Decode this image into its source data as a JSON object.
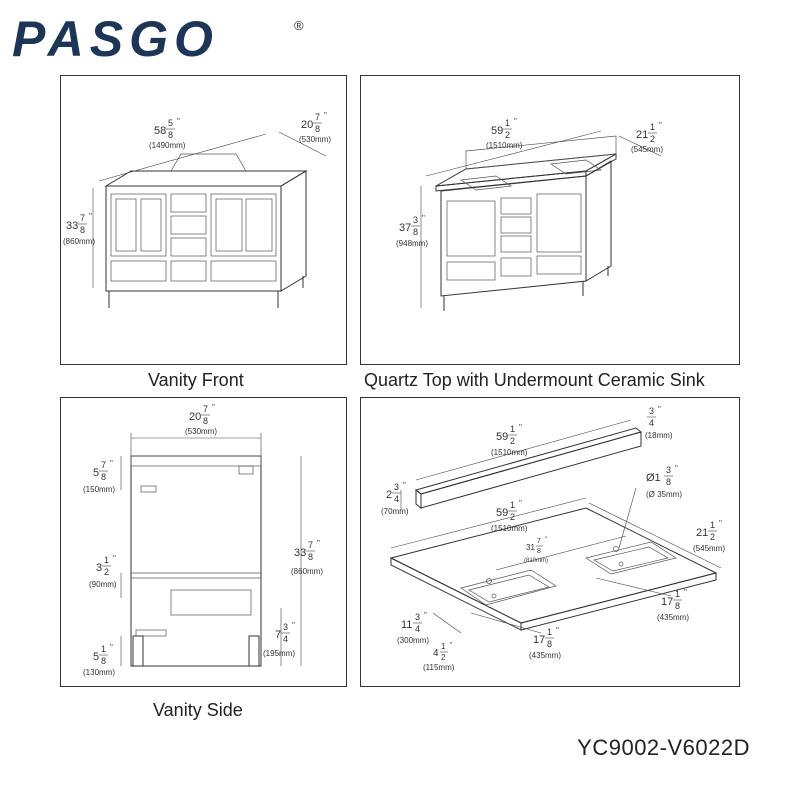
{
  "brand": {
    "name": "PASGO",
    "mark": "®",
    "color": "#1d3557",
    "accent": "#9aa3ab"
  },
  "model_number": "YC9002-V6022D",
  "panels": {
    "front": {
      "caption": "Vanity Front",
      "width": {
        "whole": "58",
        "num": "5",
        "den": "8",
        "inch": "\"",
        "mm": "(1490mm)"
      },
      "depth": {
        "whole": "20",
        "num": "7",
        "den": "8",
        "inch": "\"",
        "mm": "(530mm)"
      },
      "height": {
        "whole": "33",
        "num": "7",
        "den": "8",
        "inch": "\"",
        "mm": "(860mm)"
      }
    },
    "top": {
      "caption": "Quartz Top with Undermount Ceramic Sink",
      "width": {
        "whole": "59",
        "num": "1",
        "den": "2",
        "inch": "\"",
        "mm": "(1510mm)"
      },
      "depth": {
        "whole": "21",
        "num": "1",
        "den": "2",
        "inch": "\"",
        "mm": "(545mm)"
      },
      "height": {
        "whole": "37",
        "num": "3",
        "den": "8",
        "inch": "\"",
        "mm": "(948mm)"
      }
    },
    "side": {
      "caption": "Vanity Side",
      "depth": {
        "whole": "20",
        "num": "7",
        "den": "8",
        "inch": "\"",
        "mm": "(530mm)"
      },
      "top_gap": {
        "whole": "5",
        "num": "7",
        "den": "8",
        "inch": "\"",
        "mm": "(150mm)"
      },
      "mid_gap": {
        "whole": "3",
        "num": "1",
        "den": "2",
        "inch": "\"",
        "mm": "(90mm)"
      },
      "foot": {
        "whole": "5",
        "num": "1",
        "den": "8",
        "inch": "\"",
        "mm": "(130mm)"
      },
      "height": {
        "whole": "33",
        "num": "7",
        "den": "8",
        "inch": "\"",
        "mm": "(860mm)"
      },
      "drawer": {
        "whole": "7",
        "num": "3",
        "den": "4",
        "inch": "\"",
        "mm": "(195mm)"
      }
    },
    "detail": {
      "splash_len": {
        "whole": "59",
        "num": "1",
        "den": "2",
        "inch": "\"",
        "mm": "(1510mm)"
      },
      "splash_thk": {
        "whole": "",
        "num": "3",
        "den": "4",
        "inch": "\"",
        "mm": "(18mm)"
      },
      "splash_h": {
        "whole": "2",
        "num": "3",
        "den": "4",
        "inch": "\"",
        "mm": "(70mm)"
      },
      "hole": {
        "whole": "Ø1",
        "num": "3",
        "den": "8",
        "inch": "\"",
        "mm": "(Ø 35mm)"
      },
      "top_len": {
        "whole": "59",
        "num": "1",
        "den": "2",
        "inch": "\"",
        "mm": "(1510mm)"
      },
      "top_depth": {
        "whole": "21",
        "num": "1",
        "den": "2",
        "inch": "\"",
        "mm": "(545mm)"
      },
      "sink_spacing": {
        "whole": "31",
        "num": "7",
        "den": "8",
        "inch": "\"",
        "mm": "(810mm)"
      },
      "sink_w_right": {
        "whole": "17",
        "num": "1",
        "den": "8",
        "inch": "\"",
        "mm": "(435mm)"
      },
      "sink_w_left": {
        "whole": "17",
        "num": "1",
        "den": "8",
        "inch": "\"",
        "mm": "(435mm)"
      },
      "sink_d": {
        "whole": "11",
        "num": "3",
        "den": "4",
        "inch": "\"",
        "mm": "(300mm)"
      },
      "edge": {
        "whole": "4",
        "num": "1",
        "den": "2",
        "inch": "\"",
        "mm": "(115mm)"
      }
    }
  }
}
